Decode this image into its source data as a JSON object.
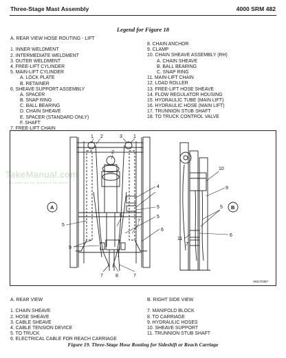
{
  "header": {
    "left": "Three-Stage Mast Assembly",
    "right": "4000 SRM 482"
  },
  "legend_title": "Legend for Figure 18",
  "legend18": {
    "col1": [
      "A.  REAR VIEW HOSE ROUTING - LIFT",
      "",
      "1.  INNER WELDMENT",
      "2.  INTERMEDIATE WELDMENT",
      "3.  OUTER WELDMENT",
      "4.  FREE-LIFT CYLINDER",
      "5.  MAIN-LIFT CYLINDER",
      "A. LOCK PLATE",
      "B. RETAINER",
      "6.  SHEAVE SUPPORT ASSEMBLY",
      "A. SPACER",
      "B. SNAP RING",
      "C. BALL BEARING",
      "D. CHAIN SHEAVE",
      "E. SPACER (STANDARD ONLY)",
      "F. SHAFT",
      "7.  FREE-LIFT CHAIN"
    ],
    "col2": [
      "8.  CHAIN ANCHOR",
      "9.  CLAMP",
      "10. CHAIN SHEAVE ASSEMBLY (RH)",
      "A. CHAIN SHEAVE",
      "B. BALL BEARING",
      "C. SNAP RING",
      "11. MAIN-LIFT CHAIN",
      "12. LOAD ROLLER",
      "13. FREE-LIFT HOSE SHEAVE",
      "14. FLOW REGULATOR HOUSING",
      "15. HYDRAULIC TUBE (MAIN LIFT)",
      "16. HYDRAULIC HOSE (MAIN LIFT)",
      "17. TRUNNION STUB SHAFT",
      "18. TO TRUCK CONTROL VALVE"
    ]
  },
  "watermark": {
    "text": "TakeManual.com",
    "sub": "The watermark only appears on this sample"
  },
  "figure": {
    "id_tag": "HM170387",
    "view_a": "A",
    "view_b": "B",
    "callouts": [
      "1",
      "2",
      "3",
      "4",
      "5",
      "6",
      "7",
      "8",
      "9",
      "10",
      "11"
    ]
  },
  "legend19": {
    "col1": [
      "A.  REAR VIEW",
      "",
      "1.  CHAIN SHEAVE",
      "2.  HOSE SHEAVE",
      "3.  CABLE SHEAVE",
      "4.  CABLE TENSION DEVICE",
      "5.  TO TRUCK",
      "6.  ELECTRICAL CABLE FOR REACH CARRIAGE"
    ],
    "col2": [
      "B.  RIGHT SIDE VIEW",
      "",
      "7.  MANIFOLD BLOCK",
      "8.  TO CARRIAGE",
      "9.  HYDRAULIC HOSES",
      "10. SHEAVE SUPPORT",
      "11. TRUNNION STUB SHAFT"
    ]
  },
  "caption": "Figure 19. Three-Stage Hose Routing for Sideshift or Reach Carriage"
}
